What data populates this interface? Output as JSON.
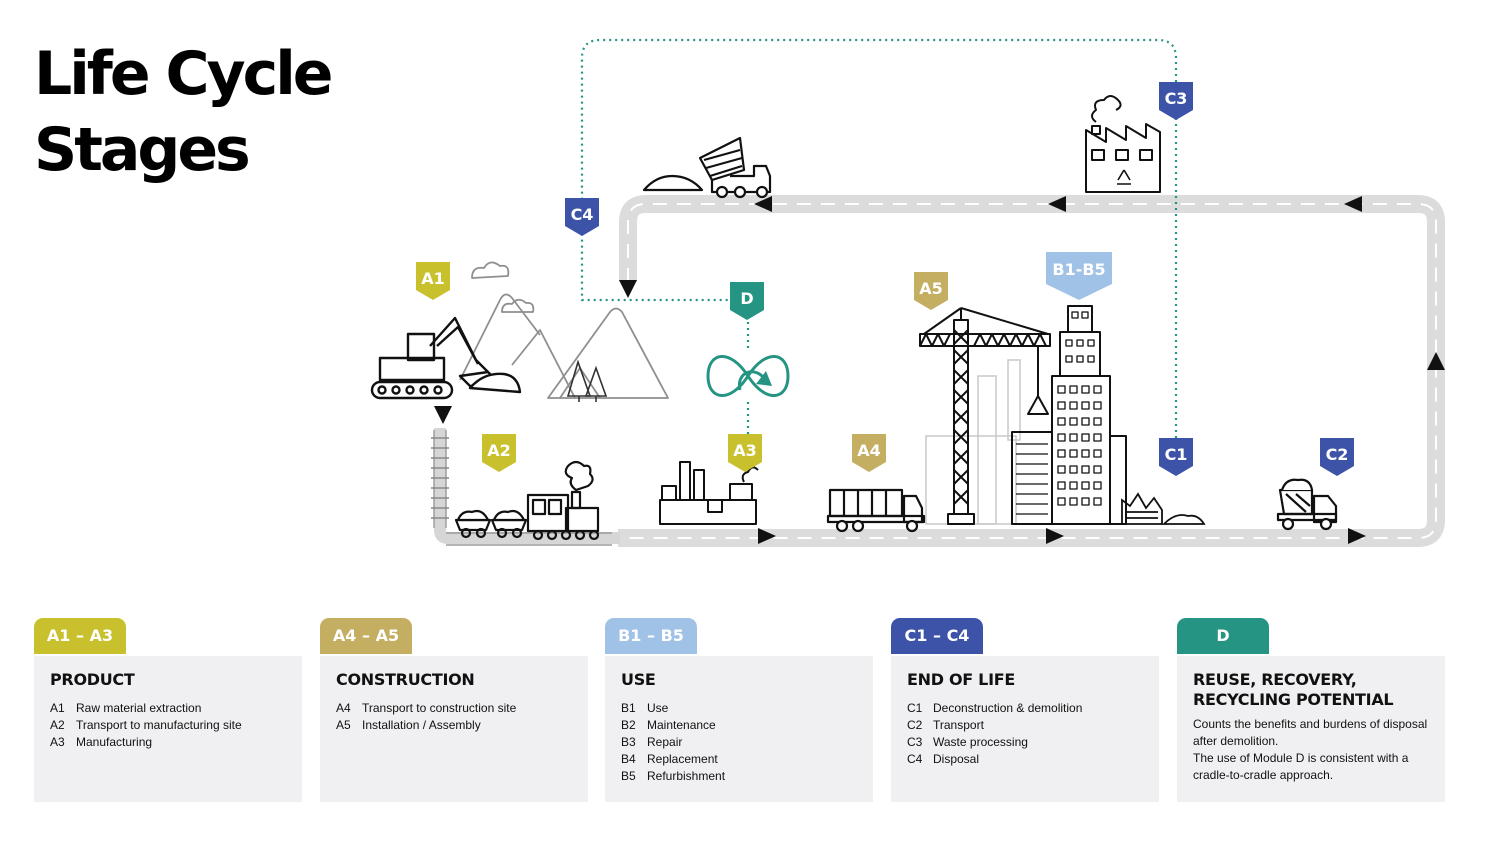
{
  "title": {
    "line1": "Life Cycle",
    "line2": "Stages"
  },
  "colors": {
    "product": "#c9c02e",
    "construction": "#c4ae62",
    "use": "#9fc2e6",
    "end_of_life": "#3d53a8",
    "reuse": "#259483",
    "road": "#dedede"
  },
  "diagram_labels": {
    "a1": "A1",
    "a2": "A2",
    "a3": "A3",
    "a4": "A4",
    "a5": "A5",
    "b1b5": "B1-B5",
    "c1": "C1",
    "c2": "C2",
    "c3": "C3",
    "c4": "C4",
    "d": "D"
  },
  "cards": [
    {
      "tab": "A1 – A3",
      "heading": "PRODUCT",
      "items": [
        {
          "code": "A1",
          "text": "Raw material extraction"
        },
        {
          "code": "A2",
          "text": "Transport to manufacturing site"
        },
        {
          "code": "A3",
          "text": "Manufacturing"
        }
      ]
    },
    {
      "tab": "A4 – A5",
      "heading": "CONSTRUCTION",
      "items": [
        {
          "code": "A4",
          "text": "Transport to construction site"
        },
        {
          "code": "A5",
          "text": "Installation / Assembly"
        }
      ]
    },
    {
      "tab": "B1 – B5",
      "heading": "USE",
      "items": [
        {
          "code": "B1",
          "text": "Use"
        },
        {
          "code": "B2",
          "text": "Maintenance"
        },
        {
          "code": "B3",
          "text": "Repair"
        },
        {
          "code": "B4",
          "text": "Replacement"
        },
        {
          "code": "B5",
          "text": "Refurbishment"
        }
      ]
    },
    {
      "tab": "C1 – C4",
      "heading": "END OF LIFE",
      "items": [
        {
          "code": "C1",
          "text": "Deconstruction & demolition"
        },
        {
          "code": "C2",
          "text": "Transport"
        },
        {
          "code": "C3",
          "text": "Waste processing"
        },
        {
          "code": "C4",
          "text": "Disposal"
        }
      ]
    },
    {
      "tab": "D",
      "heading_line1": "REUSE, RECOVERY,",
      "heading_line2": "RECYCLING POTENTIAL",
      "paragraph1": "Counts the benefits and burdens of disposal after demolition.",
      "paragraph2": "The use of Module D is consistent with a cradle-to-cradle approach."
    }
  ]
}
